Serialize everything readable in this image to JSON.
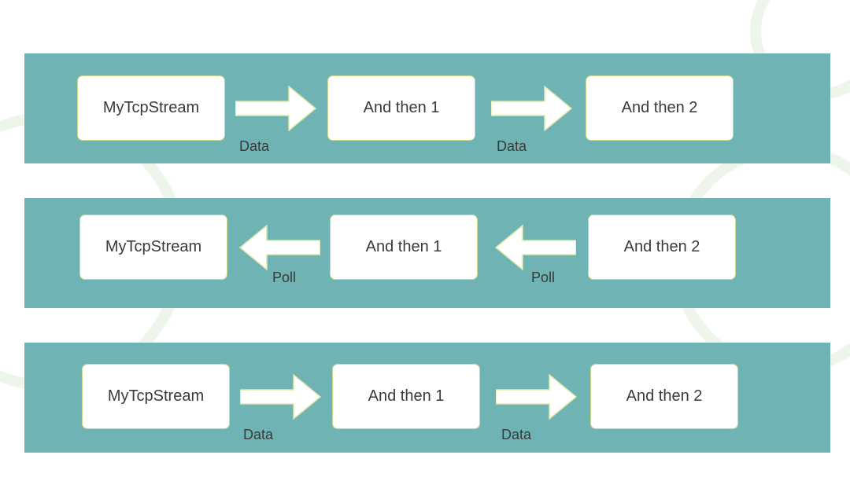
{
  "colors": {
    "band": "#6fb3b5",
    "box_fill": "#ffffff",
    "box_border": "#c9dd8a",
    "text": "#3a3a3a",
    "arrow_fill": "#ffffff"
  },
  "rows": [
    {
      "direction": "right",
      "nodes": [
        "MyTcpStream",
        "And then 1",
        "And then 2"
      ],
      "edge_labels": [
        "Data",
        "Data"
      ]
    },
    {
      "direction": "left",
      "nodes": [
        "MyTcpStream",
        "And then 1",
        "And then 2"
      ],
      "edge_labels": [
        "Poll",
        "Poll"
      ]
    },
    {
      "direction": "right",
      "nodes": [
        "MyTcpStream",
        "And then 1",
        "And then 2"
      ],
      "edge_labels": [
        "Data",
        "Data"
      ]
    }
  ]
}
